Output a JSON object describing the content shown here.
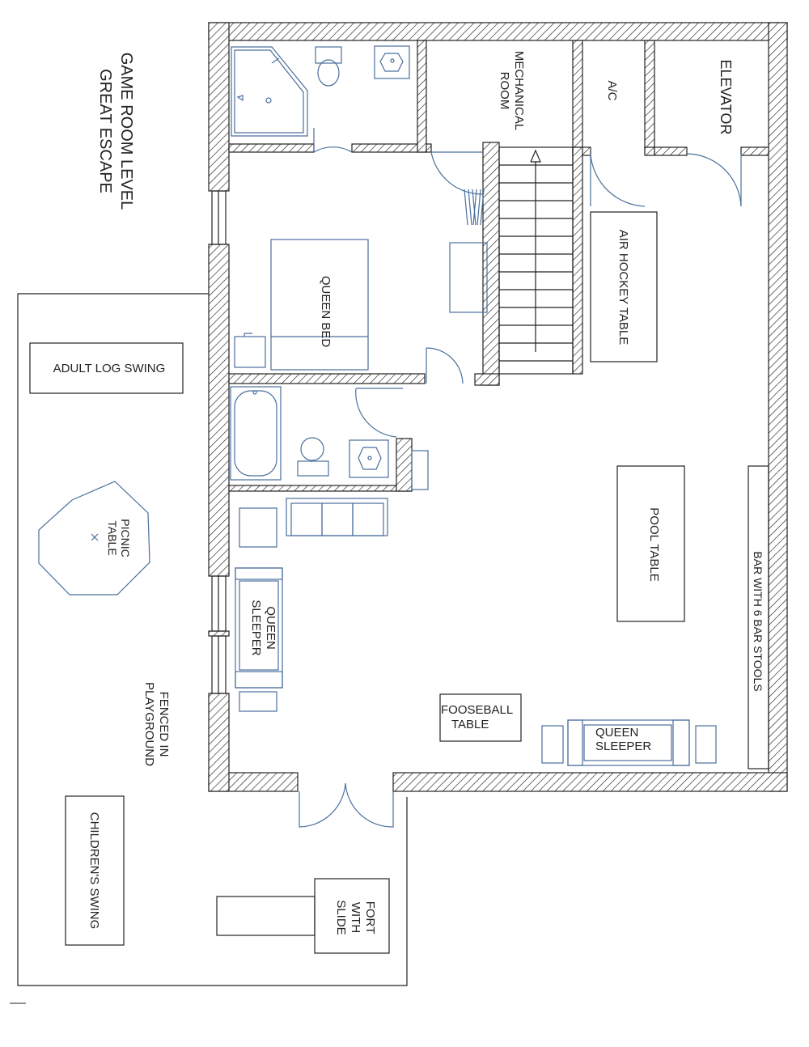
{
  "title": {
    "line1": "GAME ROOM LEVEL",
    "line2": "GREAT ESCAPE"
  },
  "rooms": {
    "mechanical": {
      "line1": "MECHANICAL",
      "line2": "ROOM"
    },
    "ac": "A/C",
    "elevator": "ELEVATOR"
  },
  "furniture": {
    "queen_bed": "QUEEN BED",
    "air_hockey": "AIR HOCKEY TABLE",
    "pool_table": "POOL TABLE",
    "bar": "BAR WITH 6 BAR STOOLS",
    "sleeper_left": {
      "line1": "QUEEN",
      "line2": "SLEEPER"
    },
    "sleeper_right": {
      "line1": "QUEEN",
      "line2": "SLEEPER"
    },
    "fooseball": {
      "line1": "FOOSEBALL",
      "line2": "TABLE"
    }
  },
  "outdoor": {
    "adult_swing": "ADULT LOG SWING",
    "picnic": {
      "line1": "PICNIC",
      "line2": "TABLE"
    },
    "playground": {
      "line1": "FENCED IN",
      "line2": "PLAYGROUND"
    },
    "children_swing": "CHILDREN'S SWING",
    "fort": {
      "line1": "FORT",
      "line2": "WITH",
      "line3": "SLIDE"
    }
  },
  "colors": {
    "wall_stroke": "#222222",
    "fixture_blue": "#4a6f9c"
  }
}
